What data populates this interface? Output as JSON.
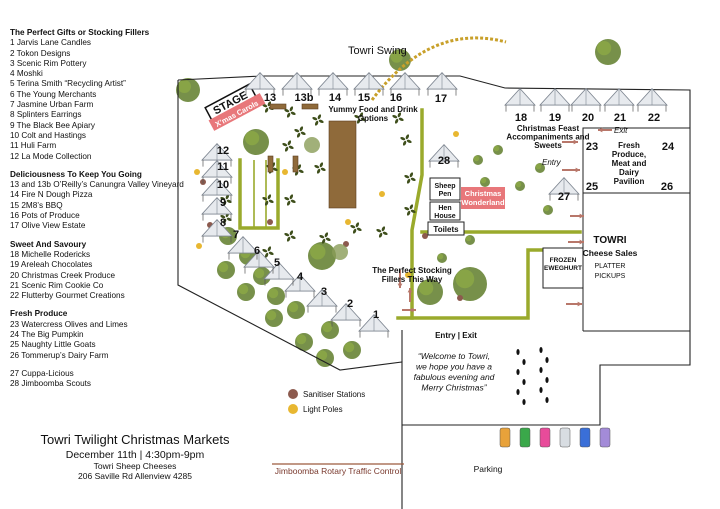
{
  "legend": {
    "sections": [
      {
        "heading": "The Perfect Gifts or Stocking Fillers",
        "items": [
          "1 Jarvis Lane Candles",
          "2 Tokon Designs",
          "3 Scenic Rim Pottery",
          "4 Moshki",
          "5 Terina Smith “Recycling Artist”",
          "6 The Young Merchants",
          "7 Jasmine Urban Farm",
          "8 Splinters Earrings",
          "9 The Black Bee Apiary",
          "10 Colt and Hastings",
          "11 Huli Farm",
          "12 La Mode Collection"
        ]
      },
      {
        "heading": "Deliciousness To Keep You Going",
        "items": [
          "13 and 13b O’Reilly’s Canungra Valley Vineyard",
          "14 Fire N Dough Pizza",
          "15 2M8’s BBQ",
          "16 Pots of Produce",
          "17 Olive View Estate"
        ]
      },
      {
        "heading": "Sweet And Savoury",
        "items": [
          "18 Michelle Rodericks",
          "19 Areleah Chocolates",
          "20 Christmas Creek Produce",
          "21 Scenic Rim Cookie Co",
          "22 Flutterby Gourmet Creations"
        ]
      },
      {
        "heading": "Fresh Produce",
        "items": [
          "23 Watercress Olives and Limes",
          "24 The Big Pumpkin",
          "25 Naughty Little Goats",
          "26 Tommerup’s Dairy Farm"
        ]
      },
      {
        "heading": "",
        "items": [
          "27 Cuppa-Licious",
          "28 Jimboomba Scouts"
        ]
      }
    ]
  },
  "footer": {
    "title": "Towri Twilight Christmas Markets",
    "date": "December 11th | 4:30pm-9pm",
    "venue": "Towri Sheep Cheeses",
    "address": "206 Saville Rd Allenview 4285"
  },
  "map": {
    "towri_swing": "Towri Swing",
    "stage": "STAGE",
    "xmas_carols": "X’mas Carols",
    "food_drink": [
      "Yummy Food and Drink",
      "Options"
    ],
    "feast": [
      "Christmas Feast",
      "Accompaniments and",
      "Sweets"
    ],
    "exit": "Exit",
    "entry": "Entry",
    "fresh_pavilion": [
      "Fresh",
      "Produce,",
      "Meat and",
      "Dairy",
      "Pavilion"
    ],
    "sheep_pen": [
      "Sheep",
      "Pen"
    ],
    "hen_house": [
      "Hen",
      "House"
    ],
    "toilets": "Toilets",
    "wonderland": [
      "Christmas",
      "Wonderland"
    ],
    "frozen": [
      "FROZEN",
      "EWEGHURT"
    ],
    "towri_title": "TOWRI",
    "cheese_sales": "Cheese Sales",
    "platter": "PLATTER",
    "pickups": "PICKUPS",
    "stocking_path": [
      "The Perfect Stocking",
      "Fillers This Way"
    ],
    "entry_exit": "Entry | Exit",
    "welcome": [
      "“Welcome to Towri,",
      "we hope you have a",
      "fabulous evening and",
      "Merry Christmas”"
    ],
    "sanitiser": "Sanitiser Stations",
    "light_poles": "Light Poles",
    "parking": "Parking",
    "traffic": "Jimboomba Rotary Traffic Control",
    "stall_numbers": [
      "1",
      "2",
      "3",
      "4",
      "5",
      "6",
      "7",
      "8",
      "9",
      "10",
      "11",
      "12",
      "13",
      "13b",
      "14",
      "15",
      "16",
      "17",
      "18",
      "19",
      "20",
      "21",
      "22",
      "23",
      "24",
      "25",
      "26",
      "27",
      "28"
    ],
    "colors": {
      "tree": "#5f7d2a",
      "pink": "#e8777a",
      "path": "#9aaa2c",
      "sanitiser": "#8c5a4e",
      "light": "#e8b731",
      "arrow": "#b8776a"
    }
  }
}
